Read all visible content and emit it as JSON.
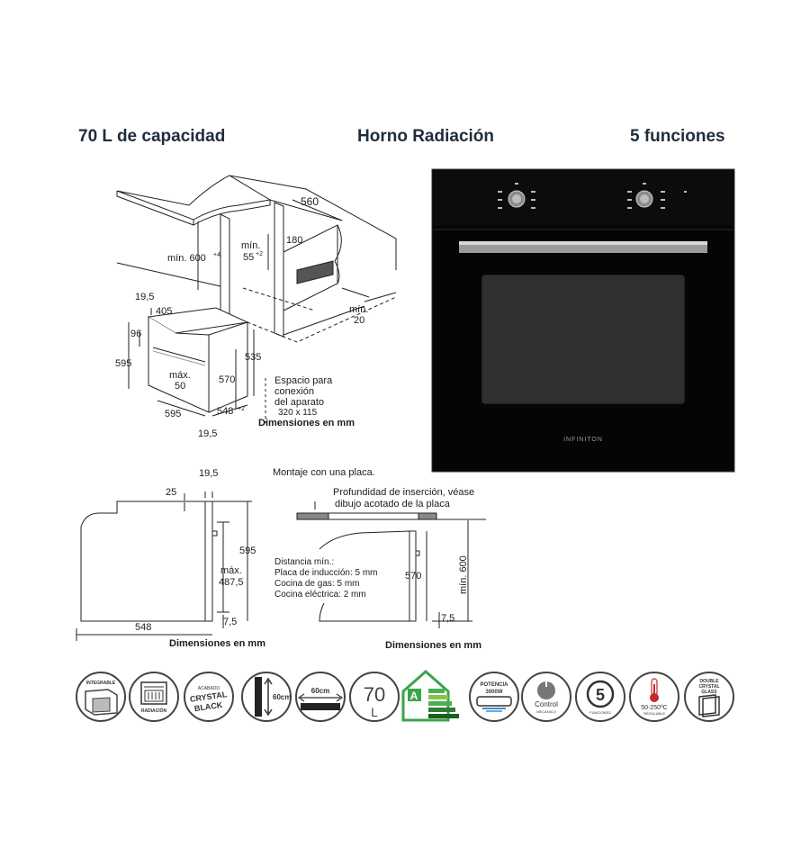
{
  "headings": {
    "capacity": "70 L de capacidad",
    "type": "Horno  Radiación",
    "functions": "5 funciones"
  },
  "diagram_top": {
    "dims": {
      "d560": "560",
      "min600": "mín. 600",
      "min600_sup": "+4",
      "min55": "mín.",
      "min55b": "55",
      "min55_sup": "+2",
      "d180": "180",
      "min20a": "mín.",
      "min20b": "20",
      "d19_5a": "19,5",
      "d405": "405",
      "d96": "96",
      "d595a": "595",
      "max50a": "máx.",
      "max50b": "50",
      "d570": "570",
      "d535": "535",
      "d595b": "595",
      "d548": "548",
      "d548_sup": "+2",
      "d19_5b": "19,5"
    },
    "space_note": [
      "Espacio para",
      "conexión",
      "del aparato",
      "320 x 115"
    ],
    "units": "Dimensiones en mm"
  },
  "oven_photo": {
    "brand": "INFINITON"
  },
  "diagram_side": {
    "d19_5": "19,5",
    "d25": "25",
    "d595": "595",
    "max487_a": "máx.",
    "max487_b": "487,5",
    "d548": "548",
    "d7_5": "7,5",
    "units": "Dimensiones en mm"
  },
  "diagram_hob": {
    "title": "Montaje con una placa.",
    "note_a": "Profundidad de inserción, véase",
    "note_b": "dibujo acotado de la placa",
    "dist_lines": [
      "Distancia mín.:",
      "Placa de inducción: 5 mm",
      "Cocina de gas: 5 mm",
      "Cocina eléctrica: 2 mm"
    ],
    "d570": "570",
    "min600": "mín. 600",
    "d7_5": "7,5",
    "units": "Dimensiones en mm"
  },
  "badges": [
    {
      "icon": "integrable-icon",
      "label": "INTEGRABLE"
    },
    {
      "icon": "radiation-icon",
      "label": "RADIACIÓN"
    },
    {
      "icon": "crystal-black-icon",
      "label_a": "ACABADO",
      "label_b": "CRYSTAL",
      "label_c": "BLACK"
    },
    {
      "icon": "height-60cm-icon",
      "label": "60cm"
    },
    {
      "icon": "width-60cm-icon",
      "label": "60cm"
    },
    {
      "icon": "capacity-70l-icon",
      "label_a": "70",
      "label_b": "L"
    },
    {
      "icon": "energy-class-a-icon",
      "label": "A"
    },
    {
      "icon": "power-icon",
      "label_a": "POTENCIA",
      "label_b": "3000W"
    },
    {
      "icon": "mechanical-control-icon",
      "label_a": "Control",
      "label_b": "MECÁNICO"
    },
    {
      "icon": "functions-icon",
      "label_a": "5",
      "label_b": "FUNCIONES"
    },
    {
      "icon": "temperature-icon",
      "label_a": "50-250ºC",
      "label_b": "REGULABLE"
    },
    {
      "icon": "double-glass-icon",
      "label_a": "DOUBLE",
      "label_b": "CRYSTAL",
      "label_c": "GLASS"
    }
  ]
}
